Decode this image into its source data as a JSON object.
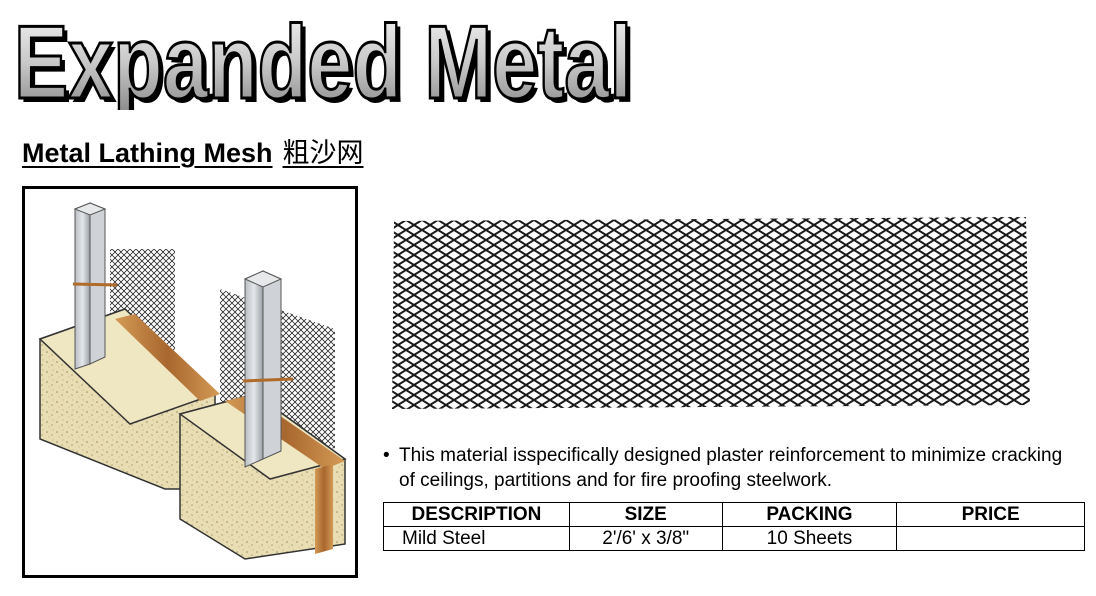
{
  "header": {
    "title": "Expanded Metal",
    "subtitle": "Metal Lathing Mesh",
    "subtitle_cn": "粗沙网"
  },
  "description": {
    "bullet": "•",
    "text": "This material isspecifically designed plaster reinforcement to minimize cracking of ceilings, partitions and for fire proofing steelwork."
  },
  "table": {
    "headers": [
      "DESCRIPTION",
      "SIZE",
      "PACKING",
      "PRICE"
    ],
    "rows": [
      [
        "Mild Steel",
        "2'/6'  x  3/8\"",
        "10 Sheets",
        ""
      ]
    ]
  },
  "colors": {
    "title_fill_light": "#eeeeee",
    "title_fill_dark": "#8a8a8a",
    "mesh": "#1a1a1a",
    "block": "#e8ddb0",
    "wood": "#c0803e"
  },
  "icons": {
    "installation_illustration": "wall-installation-illustration",
    "mesh_sample": "expanded-mesh-image"
  }
}
